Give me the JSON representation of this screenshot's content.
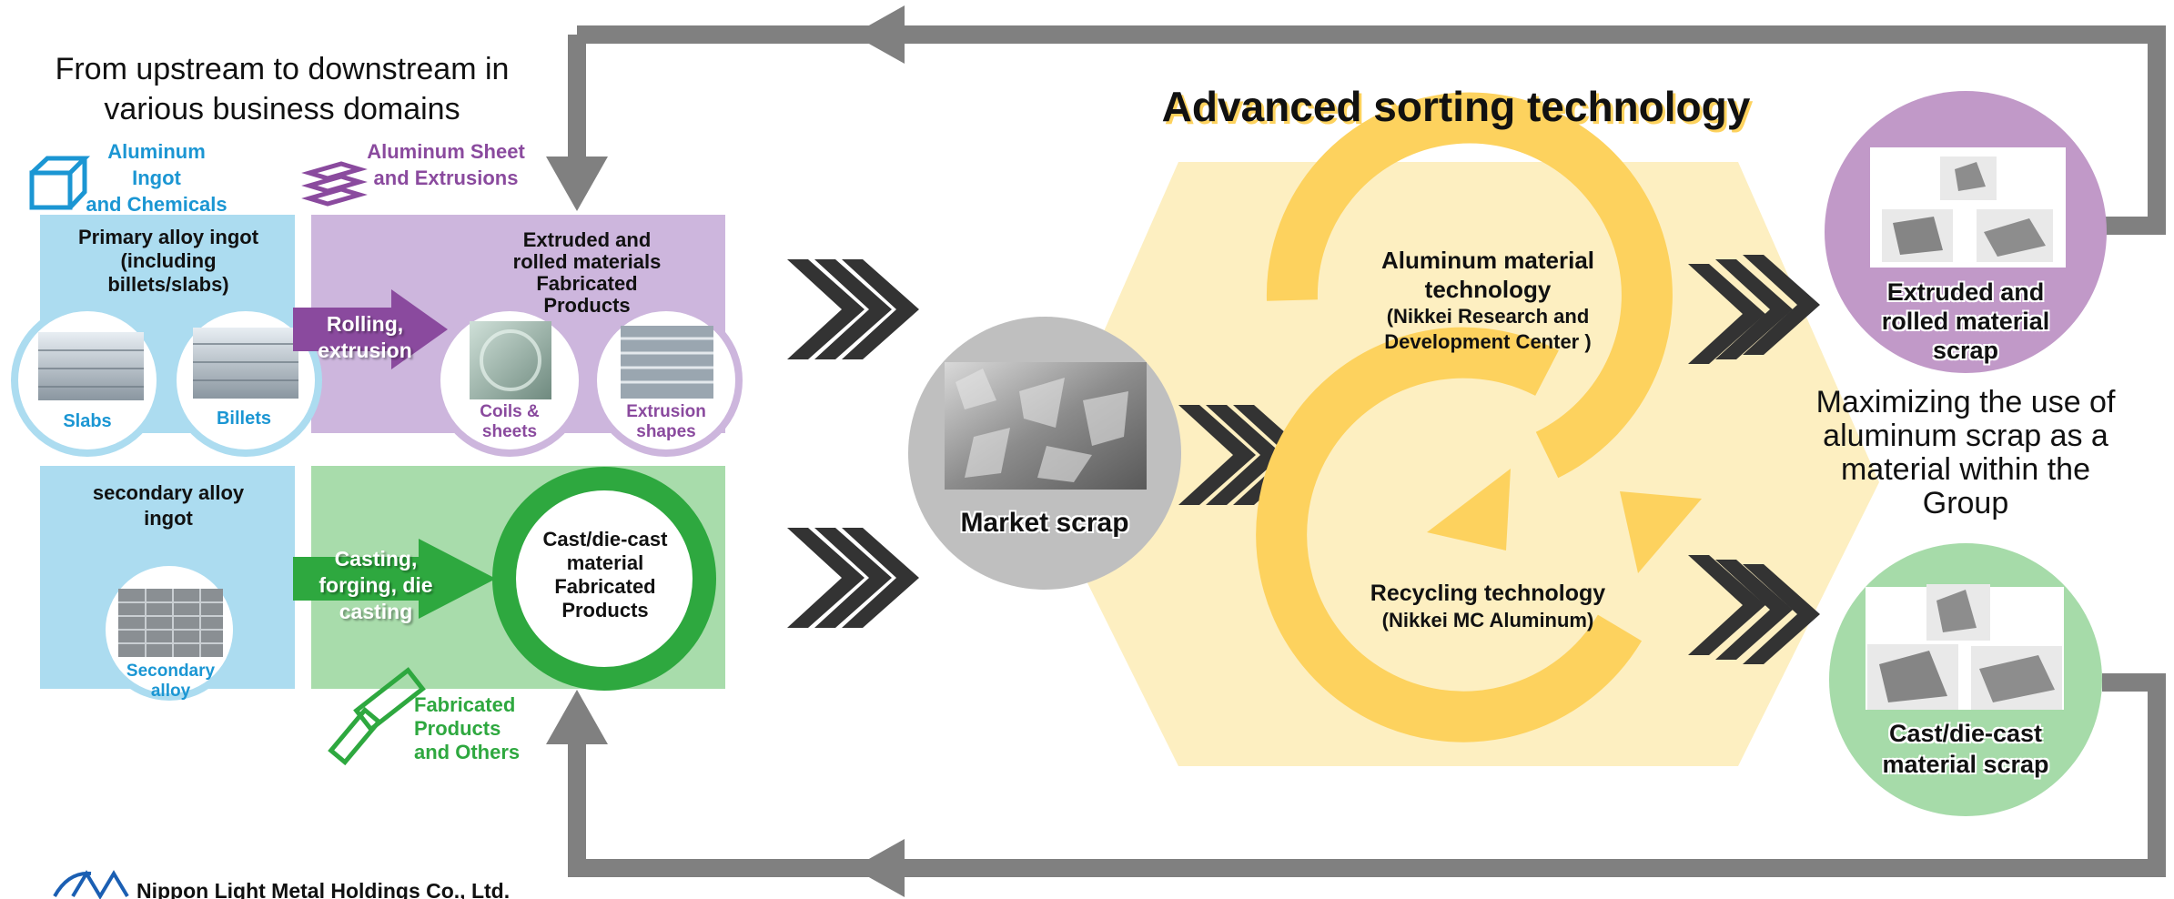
{
  "colors": {
    "blue_block": "#acdcf0",
    "purple_block": "#cdb6dd",
    "green_block": "#a8dcab",
    "blue_text": "#1b96d3",
    "purple_text": "#8a4a9e",
    "green_text": "#2ea83f",
    "yellow_hex": "#fdefc1",
    "yellow_ring": "#fdd25e",
    "grey_arrow": "#808080",
    "dark_chevron": "#333333"
  },
  "heading": {
    "line1": "From upstream to downstream in",
    "line2": "various business domains"
  },
  "categories": {
    "ingot": {
      "line1": "Aluminum Ingot",
      "line2": "and Chemicals",
      "icon": "cube-icon"
    },
    "sheet": {
      "line1": "Aluminum Sheet",
      "line2": "and Extrusions",
      "icon": "stacked-sheets-icon"
    },
    "fabricated": {
      "line1": "Fabricated",
      "line2": "Products",
      "line3": "and Others",
      "icon": "hammer-icon"
    }
  },
  "primary_block": {
    "title_line1": "Primary alloy ingot",
    "title_line2": "(including",
    "title_line3": "billets/slabs)",
    "slabs_label": "Slabs",
    "billets_label": "Billets"
  },
  "rolling_arrow": {
    "line1": "Rolling,",
    "line2": "extrusion"
  },
  "extruded_block": {
    "title_line1": "Extruded and",
    "title_line2": "rolled materials",
    "title_line3": "Fabricated",
    "title_line4": "Products",
    "coils_line1": "Coils &",
    "coils_line2": "sheets",
    "extrusion_line1": "Extrusion",
    "extrusion_line2": "shapes"
  },
  "secondary_block": {
    "title_line1": "secondary alloy",
    "title_line2": "ingot",
    "alloy_line1": "Secondary",
    "alloy_line2": "alloy"
  },
  "casting_arrow": {
    "line1": "Casting,",
    "line2": "forging, die",
    "line3": "casting"
  },
  "cast_block": {
    "line1": "Cast/die-cast",
    "line2": "material",
    "line3": "Fabricated",
    "line4": "Products"
  },
  "market_scrap": {
    "label": "Market scrap"
  },
  "sorting": {
    "title": "Advanced sorting technology"
  },
  "aluminum_tech": {
    "line1": "Aluminum material",
    "line2": "technology",
    "line3": "(Nikkei Research and",
    "line4": "Development Center )"
  },
  "recycling_tech": {
    "line1": "Recycling technology",
    "line2": "(Nikkei MC Aluminum)"
  },
  "extruded_scrap": {
    "line1": "Extruded and",
    "line2": "rolled material",
    "line3": "scrap"
  },
  "maximizing": {
    "line1": "Maximizing the use of",
    "line2": "aluminum scrap as a",
    "line3": "material within the",
    "line4": "Group"
  },
  "cast_scrap": {
    "line1": "Cast/die-cast",
    "line2": "material scrap"
  },
  "company": {
    "name": "Nippon Light Metal Holdings Co., Ltd."
  }
}
